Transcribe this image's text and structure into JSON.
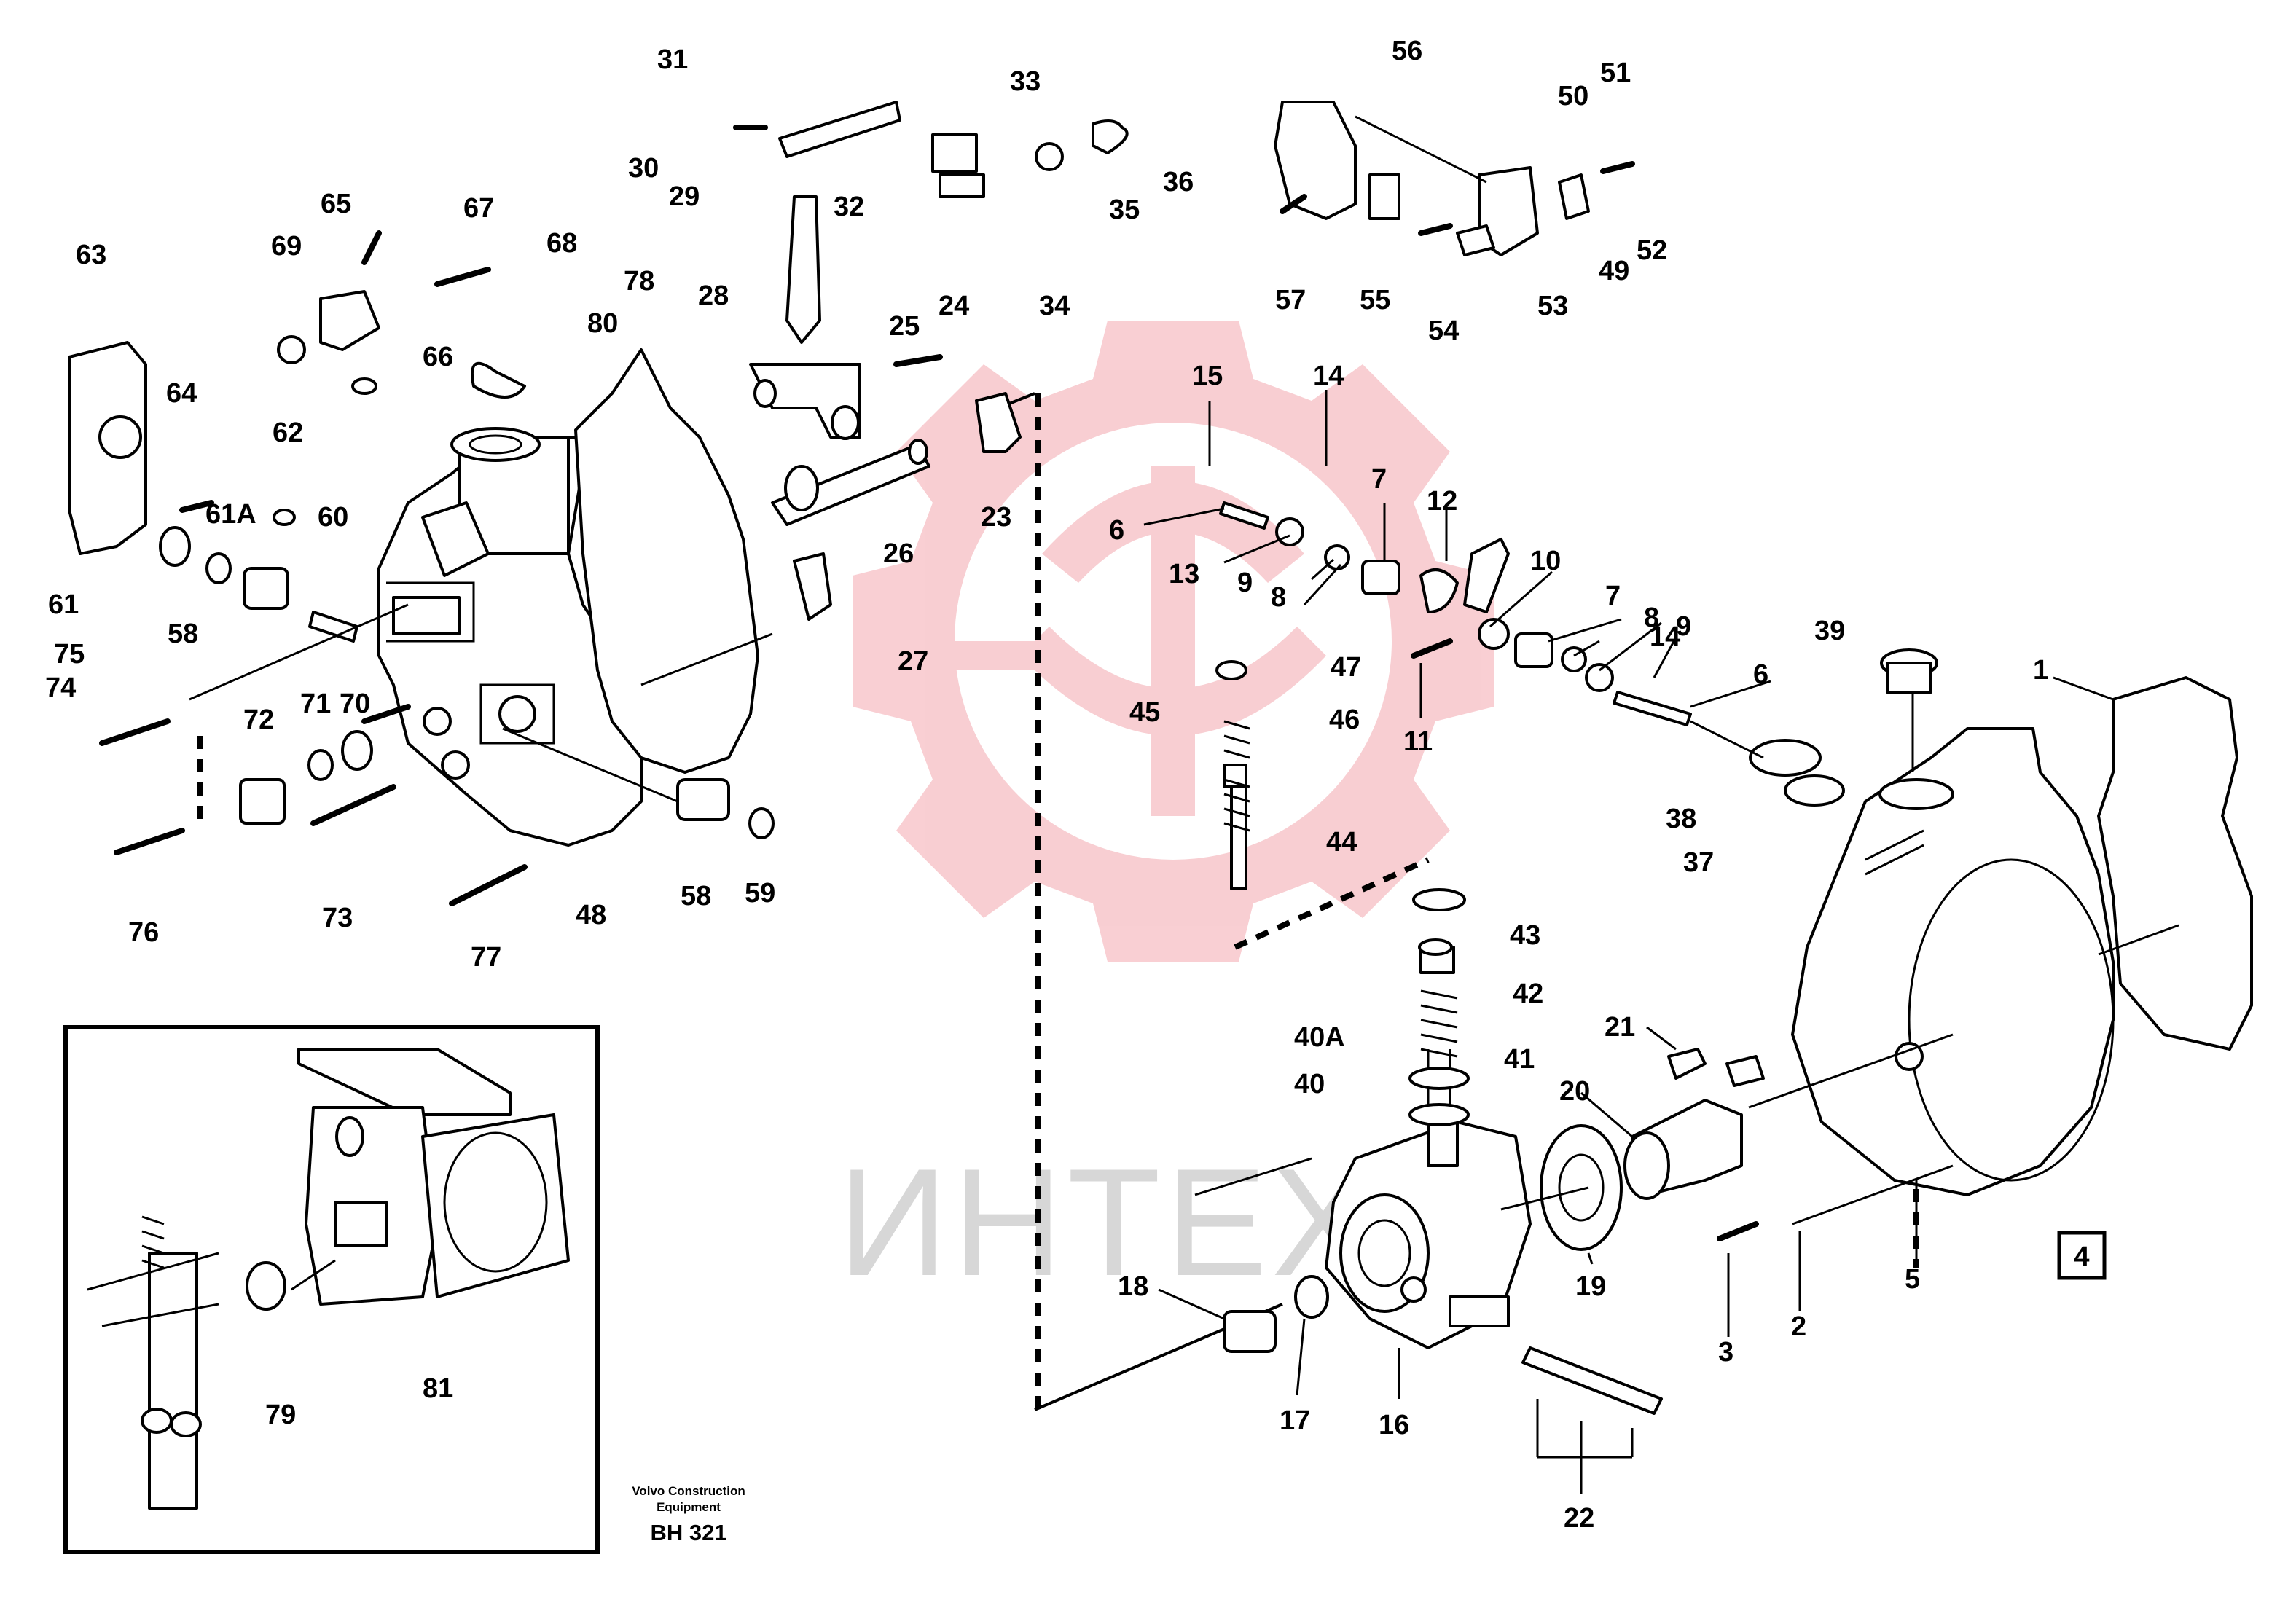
{
  "diagram": {
    "watermark_text": "ИНТЕХ",
    "watermark_color": "#f4a7ae",
    "page_number": "4",
    "credit_line1": "Volvo Construction",
    "credit_line2": "Equipment",
    "drawing_ref": "BH 321",
    "labels": [
      "1",
      "2",
      "3",
      "5",
      "6",
      "6",
      "7",
      "7",
      "8",
      "8",
      "9",
      "9",
      "10",
      "11",
      "12",
      "13",
      "14",
      "14",
      "15",
      "16",
      "17",
      "18",
      "19",
      "20",
      "21",
      "22",
      "23",
      "24",
      "25",
      "26",
      "27",
      "28",
      "29",
      "30",
      "31",
      "32",
      "33",
      "34",
      "35",
      "36",
      "37",
      "38",
      "39",
      "40",
      "40A",
      "41",
      "42",
      "43",
      "44",
      "45",
      "46",
      "47",
      "48",
      "49",
      "50",
      "51",
      "52",
      "53",
      "54",
      "55",
      "56",
      "57",
      "58",
      "58",
      "59",
      "60",
      "61",
      "61A",
      "62",
      "63",
      "64",
      "65",
      "66",
      "67",
      "68",
      "69",
      "70",
      "71",
      "72",
      "73",
      "74",
      "75",
      "76",
      "77",
      "78",
      "79",
      "80",
      "81"
    ]
  }
}
